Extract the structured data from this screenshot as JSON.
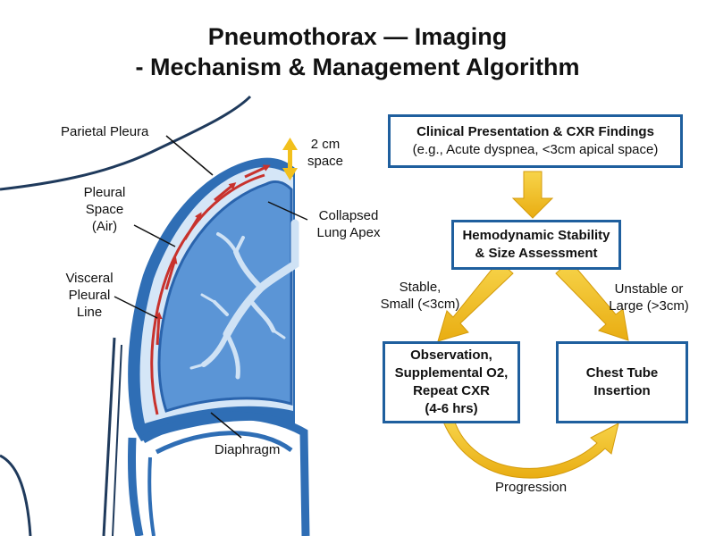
{
  "title": {
    "line1": "Pneumothorax — Imaging",
    "line2": "- Mechanism & Management Algorithm"
  },
  "anatomy": {
    "parietal_pleura": "Parietal Pleura",
    "pleural_space": [
      "Pleural",
      "Space",
      "(Air)"
    ],
    "visceral_line": [
      "Visceral",
      "Pleural",
      "Line"
    ],
    "space_size": [
      "2 cm",
      "space"
    ],
    "collapsed_apex": [
      "Collapsed",
      "Lung Apex"
    ],
    "diaphragm": "Diaphragm"
  },
  "flowchart": {
    "presentation": {
      "title": "Clinical Presentation & CXR Findings",
      "sub": "(e.g., Acute dyspnea, <3cm apical space)"
    },
    "assessment": [
      "Hemodynamic Stability",
      "& Size Assessment"
    ],
    "branch_left": [
      "Stable,",
      "Small (<3cm)"
    ],
    "branch_right": [
      "Unstable or",
      "Large (>3cm)"
    ],
    "observation": [
      "Observation,",
      "Supplemental O2,",
      "Repeat CXR",
      "(4-6 hrs)"
    ],
    "chest_tube": [
      "Chest Tube",
      "Insertion"
    ],
    "progression": "Progression"
  },
  "colors": {
    "pleura_blue": "#2f6eb5",
    "lung_fill": "#5b95d6",
    "airway": "#cfe2f5",
    "air_arrow": "#c8322d",
    "flow_arrow": "#f2c01c",
    "box_border": "#1f5f9e"
  }
}
